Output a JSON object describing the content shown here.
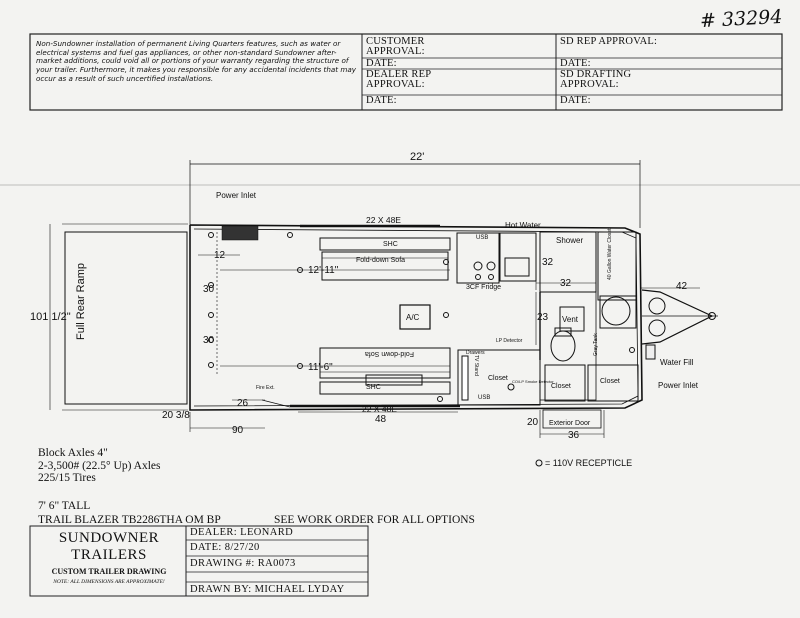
{
  "doc_number": "# 33294",
  "disclaimer": "Non-Sundowner installation of permanent Living Quarters features, such as water or electrical systems and fuel gas appliances, or other non-standard Sundowner after-market additions, could void all or portions of your warranty regarding the structure of your trailer. Furthermore, it makes you responsible for any accidental incidents that may occur as a result of such uncertified installations.",
  "approvals": {
    "customer": "CUSTOMER APPROVAL:",
    "sd_rep": "SD REP APPROVAL:",
    "dealer_rep": "DEALER REP APPROVAL:",
    "sd_drafting": "SD DRAFTING APPROVAL:",
    "date": "DATE:"
  },
  "plan": {
    "overall_length": "22'",
    "rear_width": "101 1/2\"",
    "ramp": "Full Rear Ramp",
    "power_inlet_top": "Power Inlet",
    "window_top": "22 X 48E",
    "window_bottom": "22 X 48E",
    "hot_water": "Hot Water",
    "shower": "Shower",
    "usb": "USB",
    "sofa_top": "Fold-down Sofa",
    "sofa_bottom": "Fold-down Sofa",
    "fridge": "3CF Fridge",
    "ac": "A/C",
    "vent": "Vent",
    "closet1": "Closet",
    "closet2": "Closet",
    "closet3": "Closet",
    "closet_gal": "40 Gallon Water Closet",
    "tank": "Gray Tank",
    "water_fill": "Water Fill",
    "power_inlet_front": "Power Inlet",
    "exterior_door": "Exterior Door",
    "tv": "TV Stand",
    "drawers": "Drawers",
    "lp_detector": "LP Detector",
    "co_detector": "CO/LP Smoke Detector",
    "fire_ext": "Fire Ext.",
    "shc": "SHC",
    "dims": {
      "d12": "12",
      "d30a": "30",
      "d30b": "30",
      "d12_11": "12'-11\"",
      "d11_6": "11'-6\"",
      "d32a": "32",
      "d32b": "32",
      "d42": "42",
      "d23": "23",
      "d20_3_8": "20 3/8",
      "d26": "26",
      "d48": "48",
      "d90": "90",
      "d20": "20",
      "d36": "36"
    }
  },
  "notes": {
    "axles_block": "Block Axles 4\"",
    "axles": "2-3,500# (22.5° Up) Axles",
    "tires": "225/15 Tires",
    "tall": "7' 6\" TALL",
    "model": "TRAIL BLAZER  TB2286THA OM BP",
    "see_order": "SEE WORK ORDER FOR ALL OPTIONS",
    "receptacle": "= 110V RECEPTICLE"
  },
  "title_block": {
    "brand": "SUNDOWNER TRAILERS",
    "subtitle": "CUSTOM TRAILER DRAWING",
    "note": "NOTE: ALL DIMENSIONS ARE APPROXIMATE!",
    "dealer": "DEALER: LEONARD",
    "date": "DATE: 8/27/20",
    "drawing": "DRAWING #: RA0073",
    "drawn_by": "DRAWN BY: MICHAEL LYDAY"
  }
}
